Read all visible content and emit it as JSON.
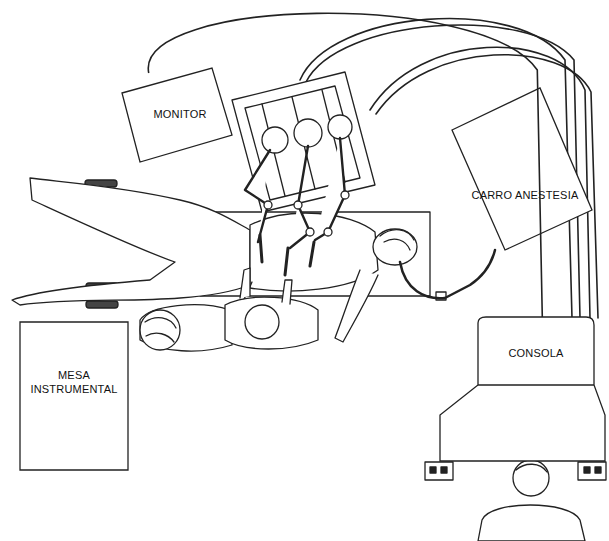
{
  "diagram": {
    "nodes": [
      {
        "text": [
          "MONITOR"
        ]
      },
      {
        "text": [
          "CARRO ANESTESIA"
        ]
      },
      {
        "text": [
          "MESA INSTRUMENTAL"
        ]
      },
      {
        "text": [
          "CONSOLA"
        ]
      }
    ],
    "edges": [
      {
        "from": 0,
        "to": 3,
        "arrow": "none"
      }
    ]
  }
}
